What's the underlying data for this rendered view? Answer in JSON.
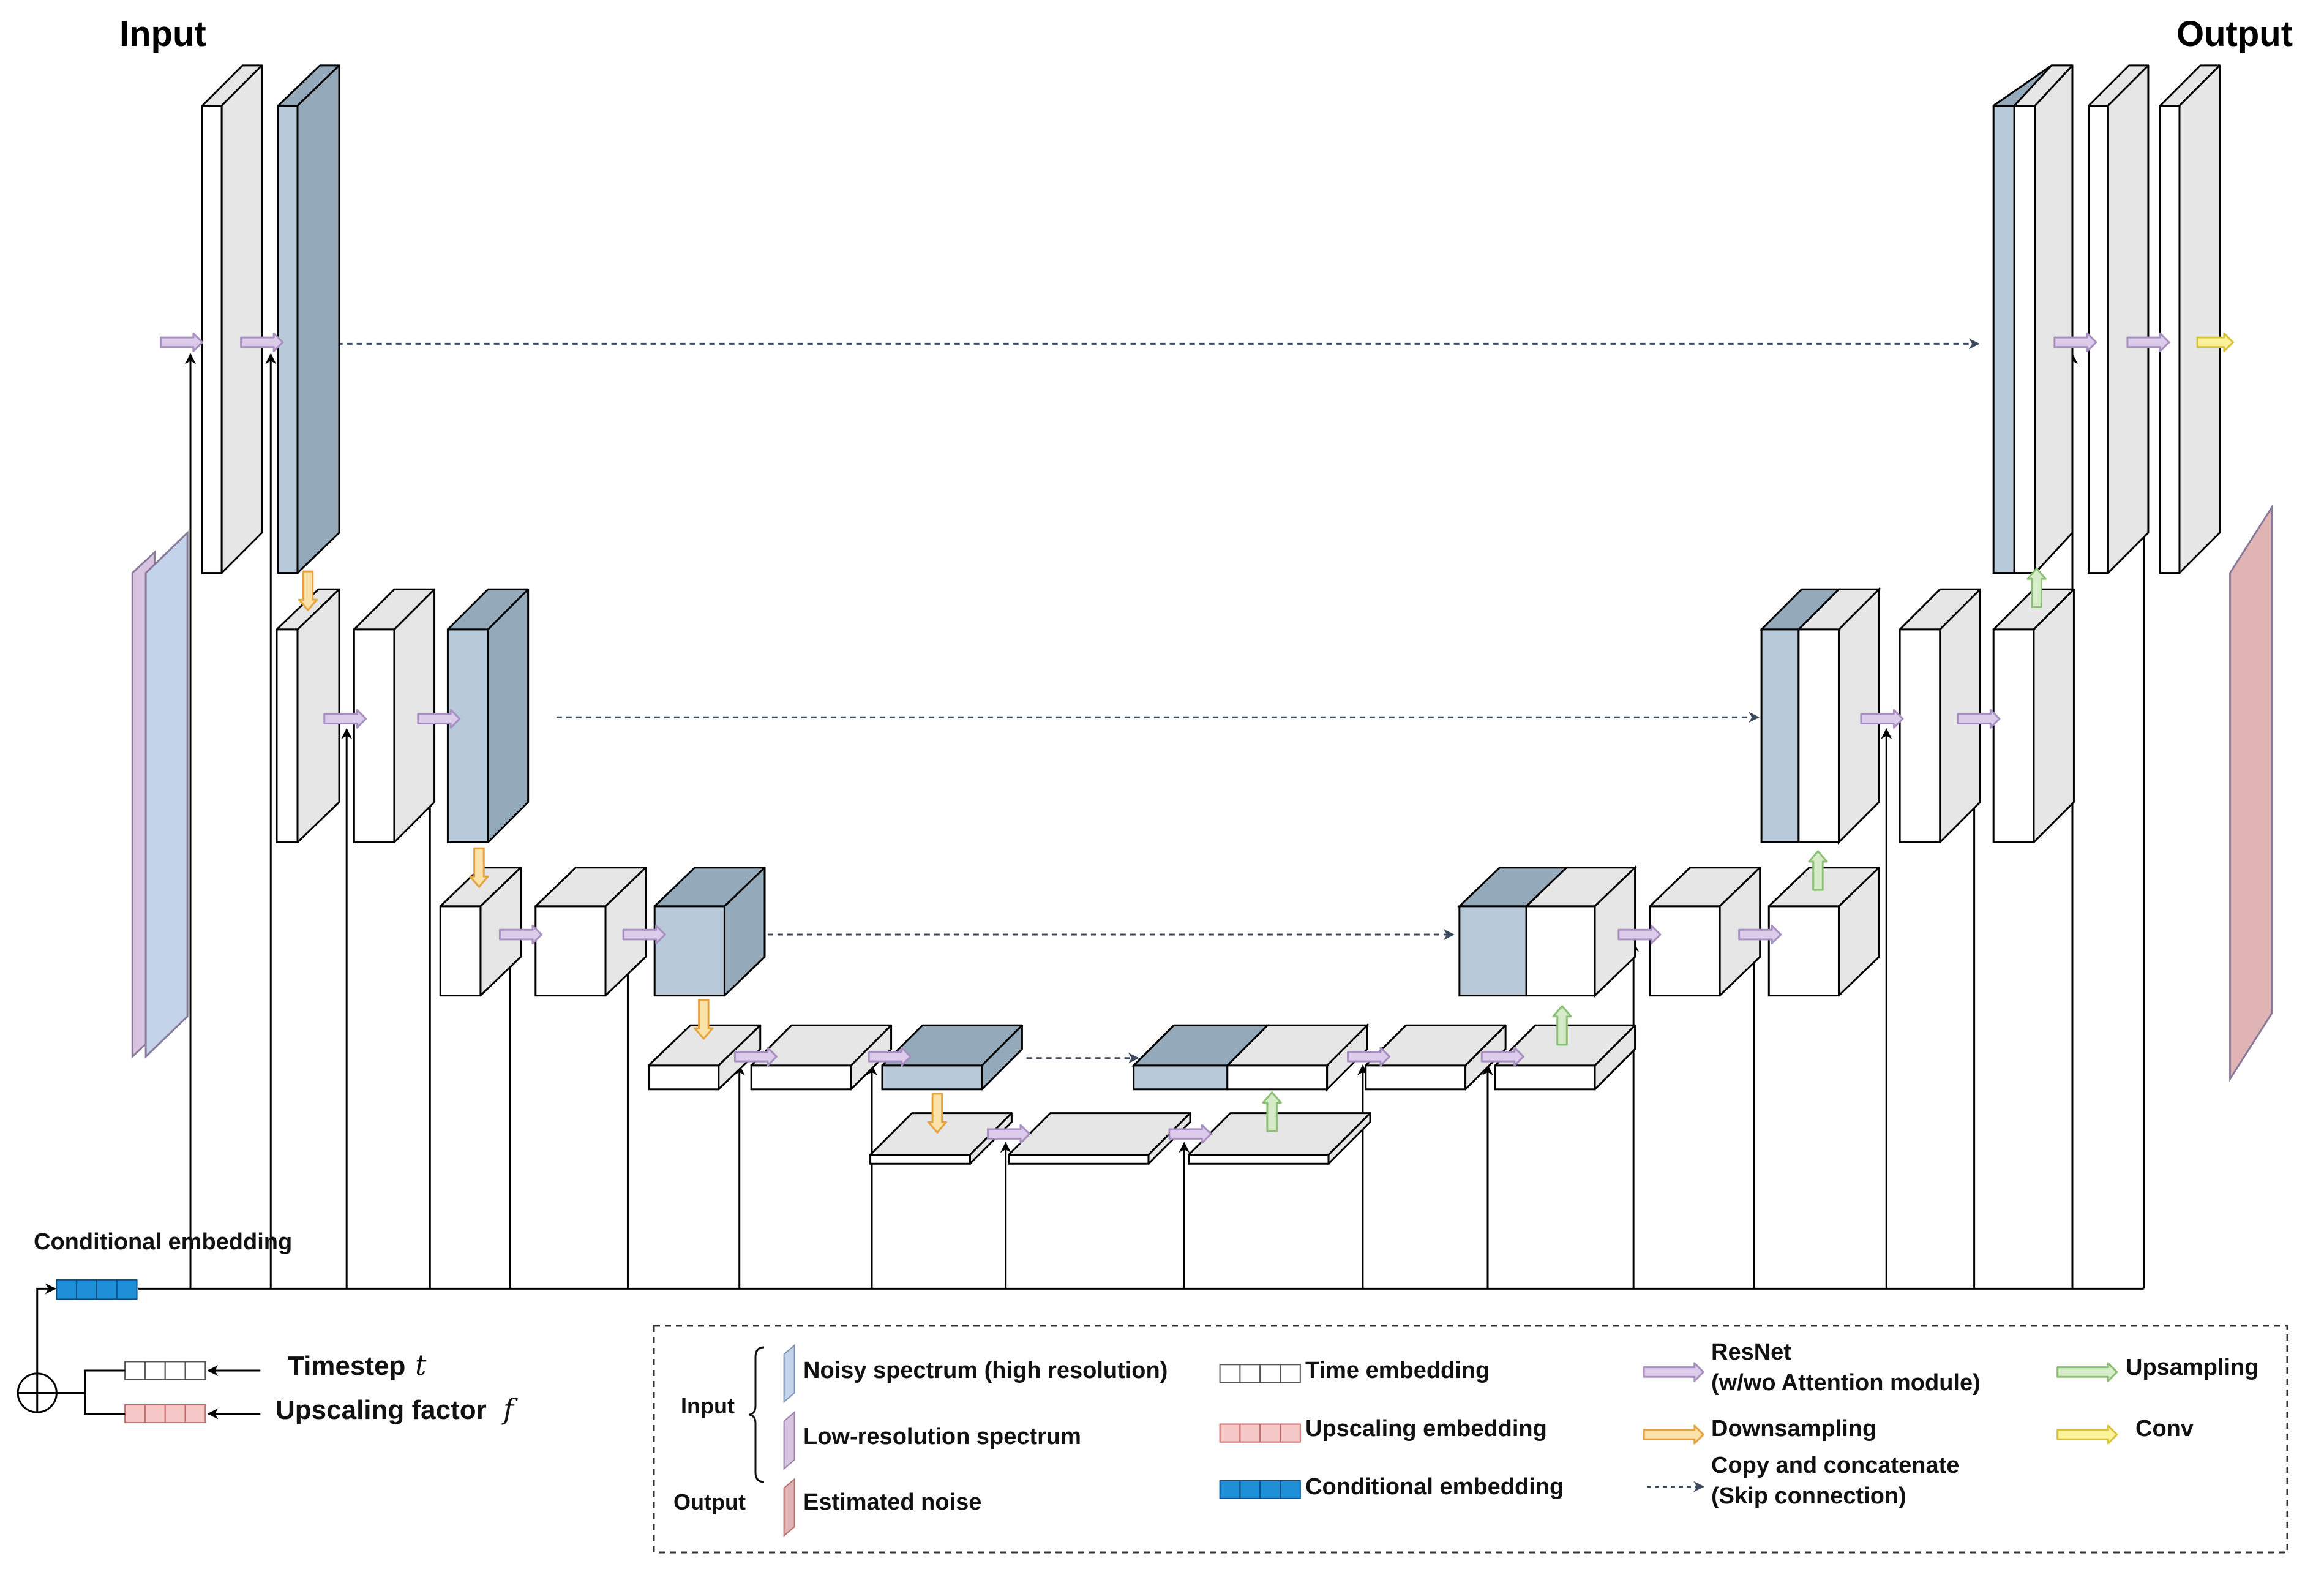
{
  "title_input": "Input",
  "title_output": "Output",
  "cond_label": "Conditional embedding",
  "timestep_label": "Timestep",
  "timestep_symbol": "t",
  "upscale_label": "Upscaling factor",
  "upscale_symbol": "f",
  "legend": {
    "input_group": "Input",
    "output_group": "Output",
    "noisy": "Noisy spectrum (high resolution)",
    "lowres": "Low-resolution spectrum",
    "noise": "Estimated noise",
    "time_emb": "Time embedding",
    "up_emb": "Upscaling embedding",
    "cond_emb": "Conditional embedding",
    "resnet_1": "ResNet",
    "resnet_2": "(w/wo Attention module)",
    "downsampling": "Downsampling",
    "skip_1": "Copy and concatenate",
    "skip_2": "(Skip connection)",
    "upsampling": "Upsampling",
    "conv": "Conv"
  },
  "colors": {
    "block_front": "#ffffff",
    "block_side": "#e6e6e6",
    "skip_front": "#b8c9d9",
    "skip_side": "#94a9ba",
    "noisy": "#c3d3ea",
    "lowres": "#d8c4e0",
    "noise": "#e0b4b4",
    "resnet": "#dccbea",
    "downsampling": "#fbe2a8",
    "upsampling": "#d6ebc8",
    "conv": "#fbf29a",
    "time_emb": "#ffffff",
    "up_emb": "#f6c8c8",
    "cond_emb": "#1f90d8",
    "skip_line": "#3b4a5c"
  }
}
